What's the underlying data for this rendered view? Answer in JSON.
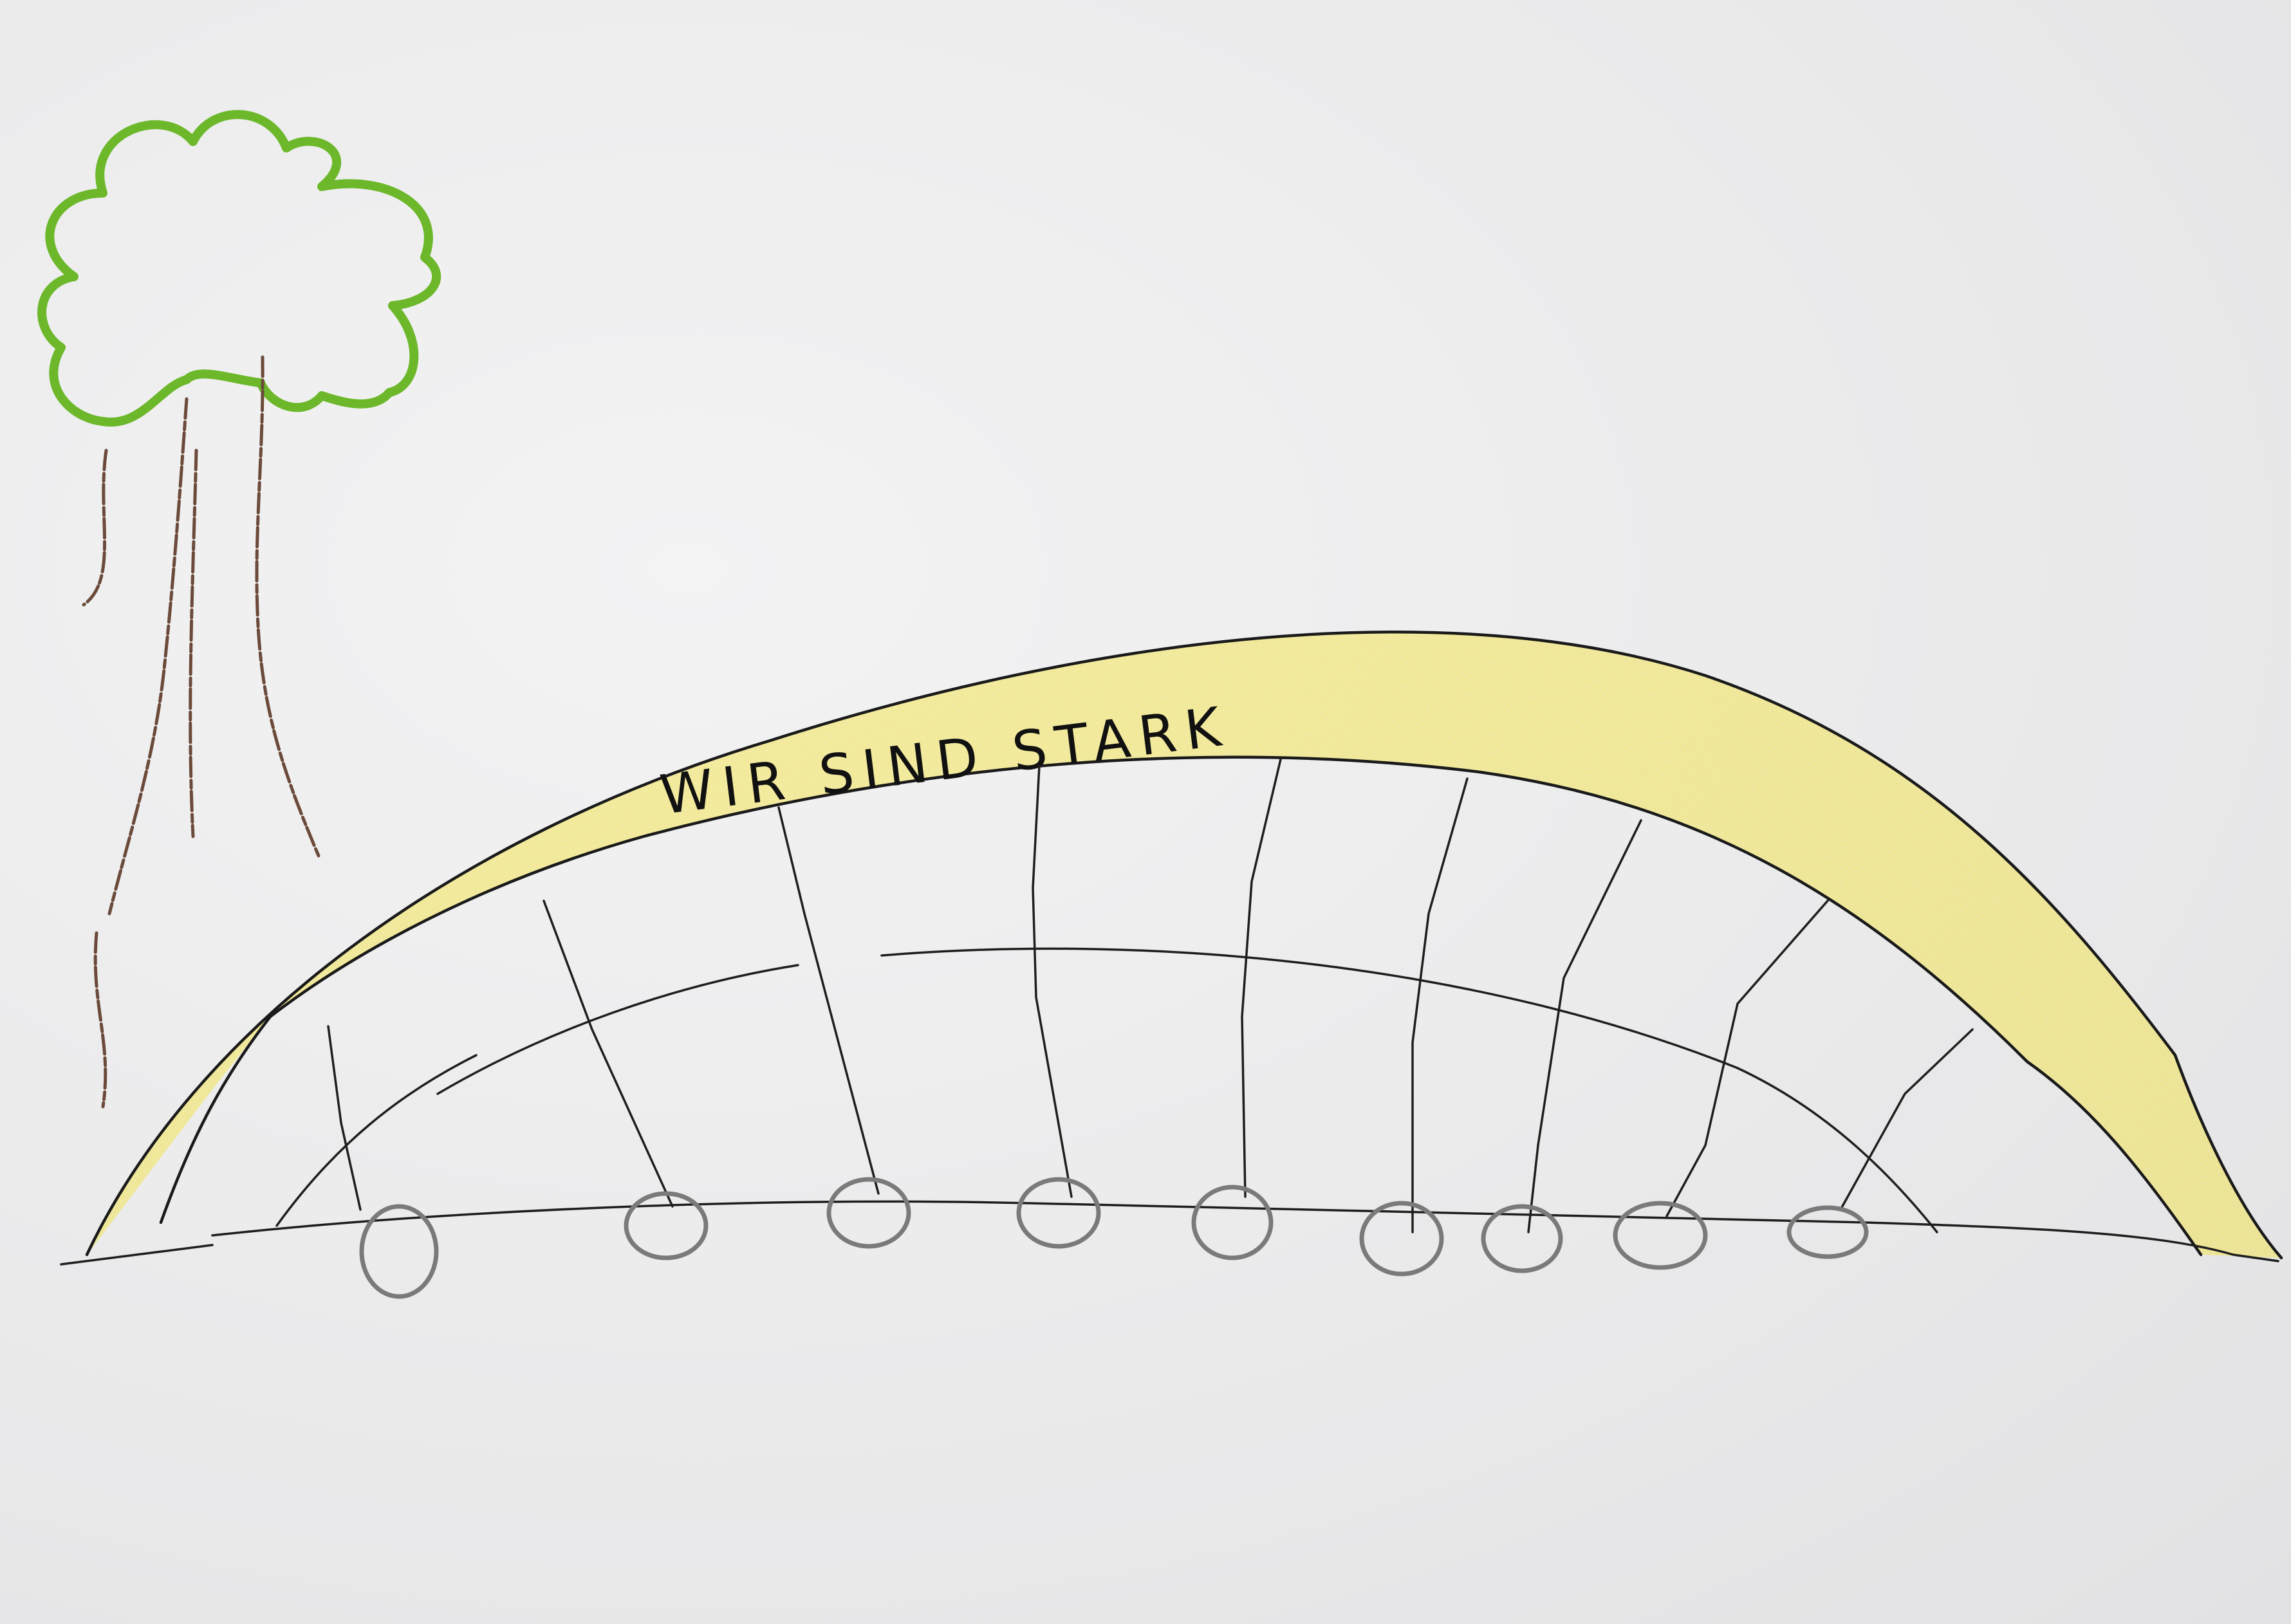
{
  "banner": {
    "text": "WIR SIND STARK"
  },
  "colors": {
    "arch_fill": "#f4e236",
    "ink": "#1a1a1a",
    "tree_crown": "#6cb82a",
    "tree_trunk": "#6b4a3a",
    "pillars": "#7a7a7a",
    "paper": "#ececed"
  },
  "scene": {
    "subjects": [
      "tree",
      "yellow-arch-bridge",
      "hangers",
      "inner-arch",
      "ground-line",
      "pillar-circles"
    ],
    "hanger_count": 9,
    "pillar_count": 9
  }
}
